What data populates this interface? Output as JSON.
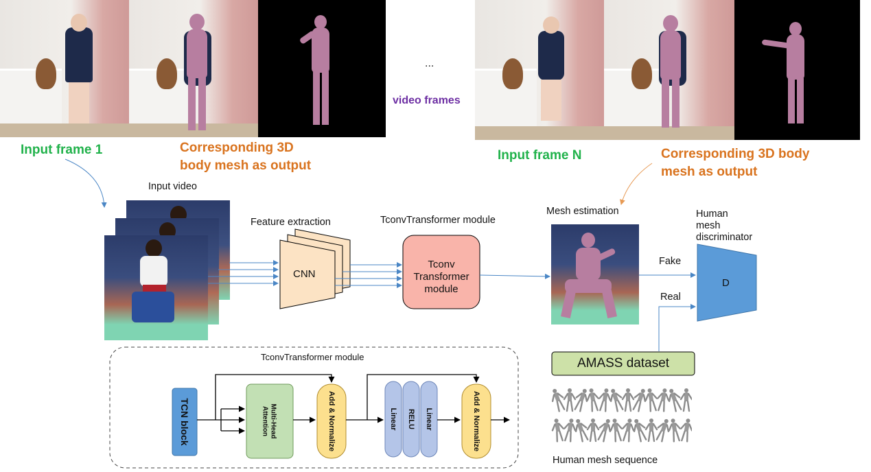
{
  "top": {
    "input_frame_1": "Input frame 1",
    "mesh_output_1_line1": "Corresponding 3D",
    "mesh_output_1_line2": "body mesh as output",
    "ellipsis": "...",
    "video_frames": "video frames",
    "input_frame_n": "Input frame N",
    "mesh_output_n_line1": "Corresponding 3D body",
    "mesh_output_n_line2": "mesh as output"
  },
  "pipeline": {
    "input_video": "Input video",
    "feature_extraction": "Feature extraction",
    "cnn": "CNN",
    "tconv_module_title": "TconvTransformer  module",
    "tconv_line1": "Tconv",
    "tconv_line2": "Transformer",
    "tconv_line3": "module",
    "mesh_estimation": "Mesh estimation",
    "discriminator_line1": "Human",
    "discriminator_line2": "mesh",
    "discriminator_line3": "discriminator",
    "d": "D",
    "fake": "Fake",
    "real": "Real",
    "amass": "AMASS dataset",
    "human_mesh_sequence": "Human mesh sequence"
  },
  "detail": {
    "title": "TconvTransformer module",
    "tcn_block": "TCN block",
    "attention_line1": "Multi-Head",
    "attention_line2": "Attention",
    "add_norm": "Add & Normalize",
    "linear": "Linear",
    "relu": "RELU"
  },
  "colors": {
    "green_label": "#21b24b",
    "orange_label": "#d9731e",
    "purple_label": "#6d2fa3",
    "mesh_pink": "#b77ea0",
    "cnn_fill": "#fce3c4",
    "tconv_fill": "#f9b4aa",
    "disc_fill": "#5b9bd8",
    "amass_fill": "#cde1a8",
    "tcn_fill": "#5b9bd8",
    "attention_fill": "#c2e0b4",
    "addnorm_fill": "#fce08e",
    "linear_fill": "#b4c5e8",
    "arrow_blue": "#4a86c5"
  }
}
